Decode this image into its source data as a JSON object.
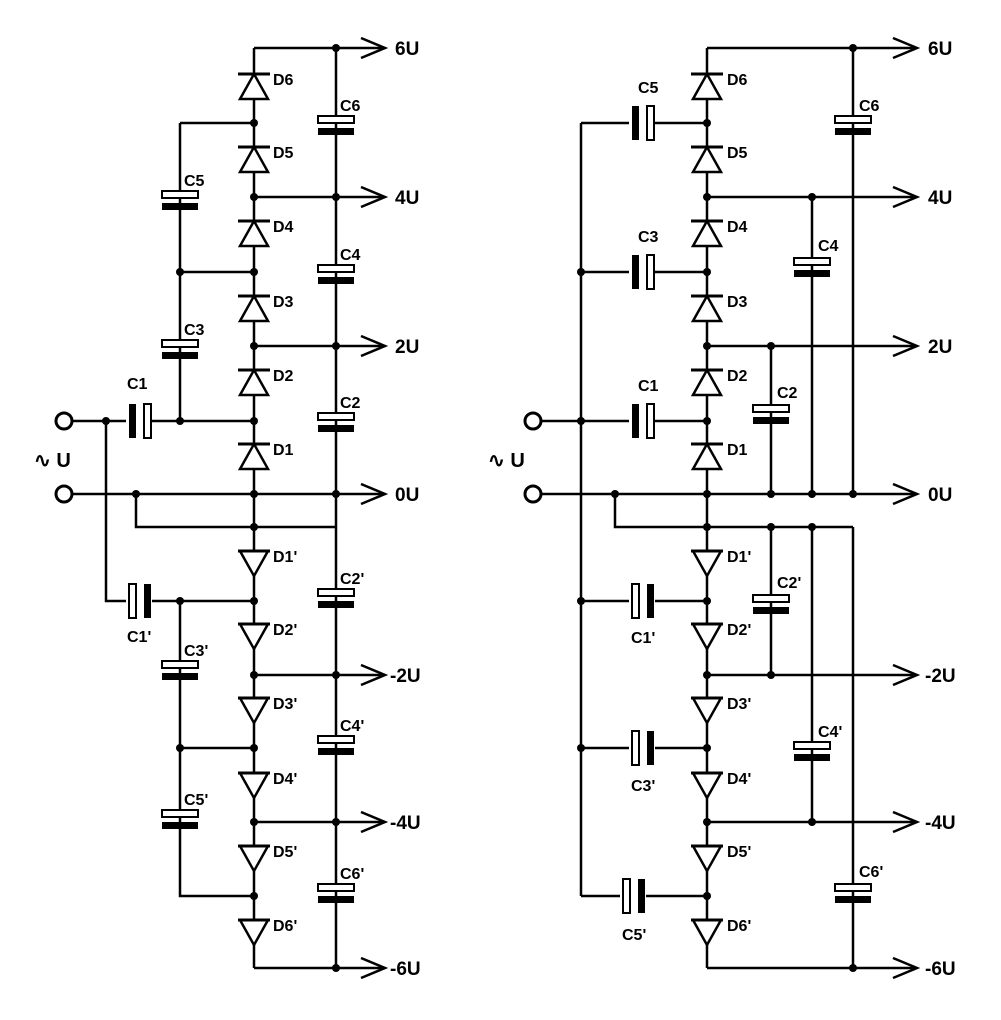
{
  "diagram_left": {
    "source_label": "∿ U",
    "voltages": {
      "v6": "6U",
      "v4": "4U",
      "v2": "2U",
      "v0": "0U",
      "vn2": "-2U",
      "vn4": "-4U",
      "vn6": "-6U"
    },
    "diodes": {
      "d6": "D6",
      "d5": "D5",
      "d4": "D4",
      "d3": "D3",
      "d2": "D2",
      "d1": "D1",
      "d1p": "D1'",
      "d2p": "D2'",
      "d3p": "D3'",
      "d4p": "D4'",
      "d5p": "D5'",
      "d6p": "D6'"
    },
    "capacitors": {
      "c1": "C1",
      "c2": "C2",
      "c3": "C3",
      "c4": "C4",
      "c5": "C5",
      "c6": "C6",
      "c1p": "C1'",
      "c2p": "C2'",
      "c3p": "C3'",
      "c4p": "C4'",
      "c5p": "C5'",
      "c6p": "C6'"
    }
  },
  "diagram_right": {
    "source_label": "∿ U",
    "voltages": {
      "v6": "6U",
      "v4": "4U",
      "v2": "2U",
      "v0": "0U",
      "vn2": "-2U",
      "vn4": "-4U",
      "vn6": "-6U"
    },
    "diodes": {
      "d6": "D6",
      "d5": "D5",
      "d4": "D4",
      "d3": "D3",
      "d2": "D2",
      "d1": "D1",
      "d1p": "D1'",
      "d2p": "D2'",
      "d3p": "D3'",
      "d4p": "D4'",
      "d5p": "D5'",
      "d6p": "D6'"
    },
    "capacitors": {
      "c1": "C1",
      "c2": "C2",
      "c3": "C3",
      "c4": "C4",
      "c5": "C5",
      "c6": "C6",
      "c1p": "C1'",
      "c2p": "C2'",
      "c3p": "C3'",
      "c4p": "C4'",
      "c5p": "C5'",
      "c6p": "C6'"
    }
  }
}
